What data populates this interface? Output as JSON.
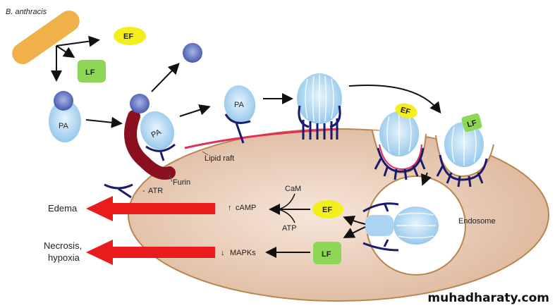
{
  "labels": {
    "organism": "B. anthracis",
    "ef": "EF",
    "lf": "LF",
    "pa": "PA",
    "lipid_raft": "Lipid raft",
    "furin": "Furin",
    "atr": "ATR",
    "cam": "CaM",
    "atp": "ATP",
    "camp": "cAMP",
    "mapks": "MAPKs",
    "endosome": "Endosome",
    "edema": "Edema",
    "necrosis_line1": "Necrosis,",
    "necrosis_line2": "hypoxia",
    "up_arrow": "↑",
    "down_arrow": "↓"
  },
  "watermark": "muhadharaty.com",
  "colors": {
    "cell": "#e3bfa6",
    "cell_border": "#b8864e",
    "pa": "#aad4f2",
    "pa63_ball": "#5a6ec0",
    "ef": "#f4ee1c",
    "lf": "#8ed655",
    "furin": "#8a1020",
    "receptor": "#1a1a6e",
    "lipid_raft": "#e0305a",
    "red_arrow": "#e81c1c",
    "bacterium": "#f0b04a"
  }
}
